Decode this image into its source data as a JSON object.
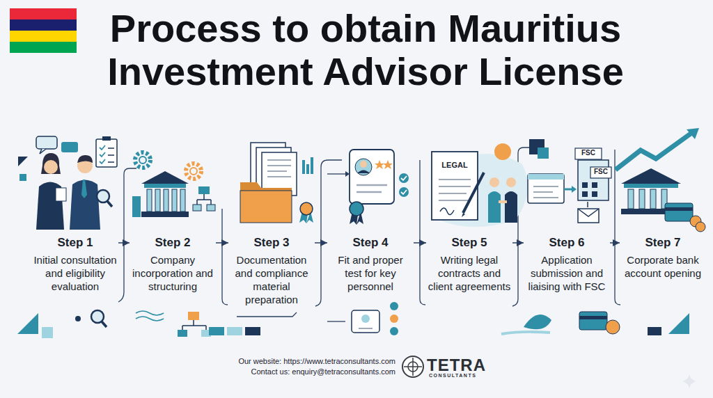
{
  "diagram": {
    "title": "Process to obtain Mauritius Investment Advisor License",
    "nodes": [
      {
        "text": [
          "Step 1",
          "Initial consultation and eligibility evaluation"
        ]
      },
      {
        "text": [
          "Step 2",
          "Company incorporation and structuring"
        ]
      },
      {
        "text": [
          "Step 3",
          "Documentation and compliance material preparation"
        ]
      },
      {
        "text": [
          "Step 4",
          "Fit and proper test for key personnel"
        ]
      },
      {
        "text": [
          "Step 5",
          "Writing legal contracts and client agreements"
        ]
      },
      {
        "text": [
          "Step 6",
          "Application submission and liaising with FSC"
        ]
      },
      {
        "text": [
          "Step 7",
          "Corporate bank account opening"
        ]
      }
    ],
    "edges": [
      {
        "from": 0,
        "to": 1,
        "arrow": "to"
      },
      {
        "from": 1,
        "to": 2,
        "arrow": "to"
      },
      {
        "from": 2,
        "to": 3,
        "arrow": "to"
      },
      {
        "from": 3,
        "to": 4,
        "arrow": "to"
      },
      {
        "from": 4,
        "to": 5,
        "arrow": "to"
      },
      {
        "from": 5,
        "to": 6,
        "arrow": "to"
      }
    ],
    "labels": [
      "LEGAL",
      "FSC",
      "FSC",
      "Our website: https://www.tetraconsultants.com",
      "Contact us: enquiry@tetraconsultants.com",
      "TETRA",
      "CONSULTANTS"
    ]
  }
}
